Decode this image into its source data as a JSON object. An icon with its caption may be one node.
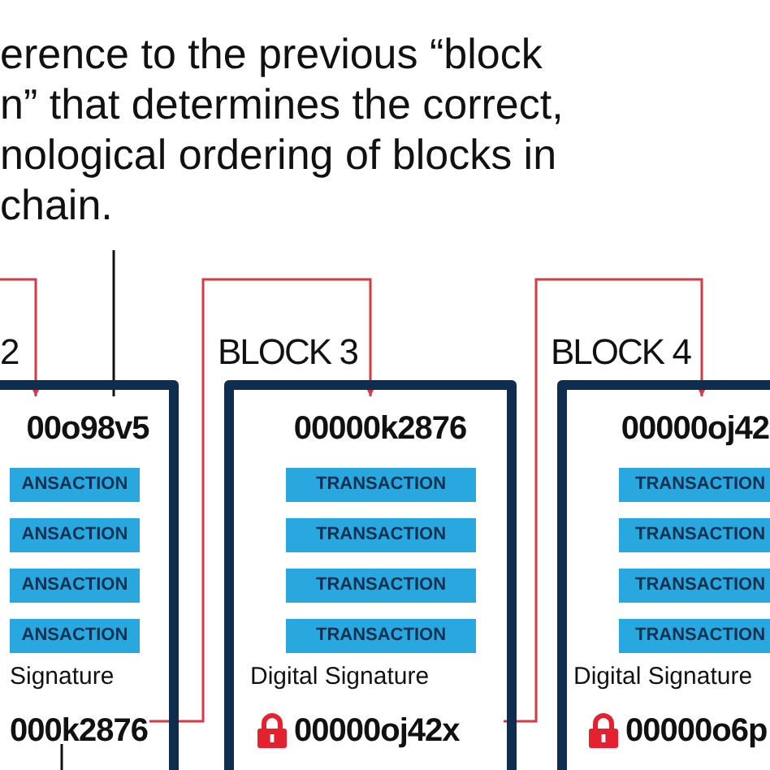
{
  "diagram": {
    "nodes": [
      {
        "text": [
          "erence to the previous “block n” that determines the correct, nological ordering of blocks in chain."
        ]
      },
      {
        "text": [
          "2",
          "Signature"
        ]
      },
      {
        "text": [
          "00o98v5"
        ],
        "in": 1
      },
      {
        "text": [
          "ANSACTION"
        ],
        "in": 1
      },
      {
        "text": [
          "ANSACTION"
        ],
        "in": 1
      },
      {
        "text": [
          "ANSACTION"
        ],
        "in": 1
      },
      {
        "text": [
          "ANSACTION"
        ],
        "in": 1
      },
      {
        "text": [
          "000k2876"
        ],
        "in": 1
      },
      {
        "text": [
          "BLOCK 3",
          "Digital Signature"
        ]
      },
      {
        "text": [
          "00000k2876"
        ],
        "in": 8
      },
      {
        "text": [
          "TRANSACTION"
        ],
        "in": 8
      },
      {
        "text": [
          "TRANSACTION"
        ],
        "in": 8
      },
      {
        "text": [
          "TRANSACTION"
        ],
        "in": 8
      },
      {
        "text": [
          "TRANSACTION"
        ],
        "in": 8
      },
      {
        "text": [
          "00000oj42x"
        ],
        "in": 8
      },
      {
        "text": [
          "BLOCK 4",
          "Digital Signature"
        ]
      },
      {
        "text": [
          "00000oj42"
        ],
        "in": 15
      },
      {
        "text": [
          "TRANSACTION"
        ],
        "in": 15
      },
      {
        "text": [
          "TRANSACTION"
        ],
        "in": 15
      },
      {
        "text": [
          "TRANSACTION"
        ],
        "in": 15
      },
      {
        "text": [
          "TRANSACTION"
        ],
        "in": 15
      },
      {
        "text": [
          "00000o6p"
        ],
        "in": 15
      }
    ],
    "edges": [
      {
        "from": 0,
        "to": 2,
        "arrow": "none",
        "color": "#111111"
      },
      {
        "from": null,
        "to": 2,
        "arrow": "to"
      },
      {
        "from": 7,
        "to": 9,
        "arrow": "to"
      },
      {
        "from": 14,
        "to": 16,
        "arrow": "to"
      },
      {
        "from": 7,
        "to": null,
        "arrow": "none",
        "color": "#111111"
      }
    ]
  }
}
